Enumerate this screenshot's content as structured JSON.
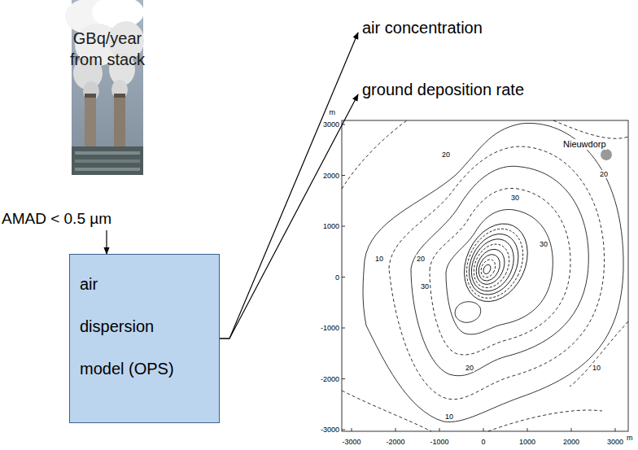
{
  "diagram": {
    "nodes": [
      {
        "text": [
          "GBq/year from stack"
        ]
      },
      {
        "text": [
          "AMAD < 0.5 µm"
        ]
      },
      {
        "text": [
          "air dispersion model (OPS)"
        ]
      },
      {
        "text": [
          "air concentration"
        ]
      },
      {
        "text": [
          "ground deposition rate"
        ]
      }
    ],
    "edges": [
      {
        "from": 1,
        "to": 2,
        "arrow": "to"
      },
      {
        "from": 2,
        "to": 3,
        "arrow": "to"
      },
      {
        "from": 2,
        "to": 4,
        "arrow": "to"
      }
    ],
    "labels": [
      "m",
      "3000",
      "2000",
      "1000",
      "0",
      "-1000",
      "-2000",
      "-3000",
      "-3000",
      "-2000",
      "-1000",
      "0",
      "1000",
      "2000",
      "3000",
      "m",
      "Nieuwdorp",
      "20",
      "20",
      "30",
      "30",
      "20",
      "20",
      "10",
      "10",
      "10",
      "30"
    ]
  }
}
